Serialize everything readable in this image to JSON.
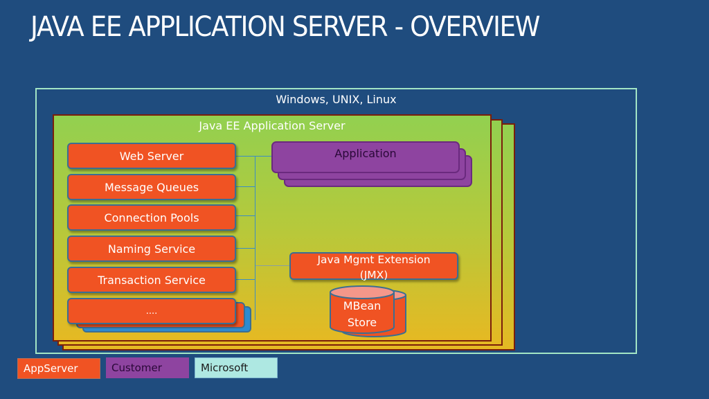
{
  "title": "JAVA EE APPLICATION SERVER - OVERVIEW",
  "diagram": {
    "os_platform_label": "Windows, UNIX, Linux",
    "server_label": "Java EE Application Server",
    "services": [
      {
        "label": "Web Server"
      },
      {
        "label": "Message Queues"
      },
      {
        "label": "Connection Pools"
      },
      {
        "label": "Naming Service"
      },
      {
        "label": "Transaction Service"
      },
      {
        "label": "...."
      }
    ],
    "application_label": "Application",
    "jmx_label_line1": "Java Mgmt Extension",
    "jmx_label_line2": "(JMX)",
    "mbean_label_line1": "MBean",
    "mbean_label_line2": "Store"
  },
  "legend": [
    {
      "label": "AppServer",
      "color": "#f05323"
    },
    {
      "label": "Customer",
      "color": "#8e44a0"
    },
    {
      "label": "Microsoft",
      "color": "#aee8e2"
    }
  ],
  "colors": {
    "background": "#1f4c7e",
    "os_frame": "#a3e6c6",
    "server_frame": "#7a1e0b",
    "appserver": "#f05323",
    "customer": "#8e44a0",
    "microsoft": "#aee8e2",
    "connector": "#3b8dc4"
  }
}
